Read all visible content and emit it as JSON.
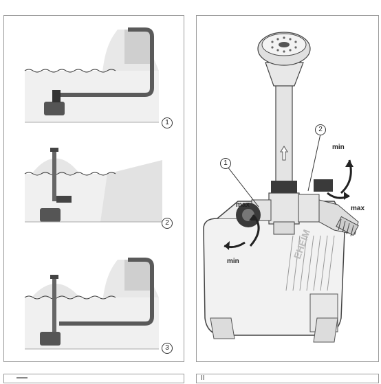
{
  "steps": [
    {
      "number": "1"
    },
    {
      "number": "2"
    },
    {
      "number": "3"
    }
  ],
  "pump_callouts": [
    {
      "number": "1"
    },
    {
      "number": "2"
    }
  ],
  "regulator_labels": {
    "valve1_max": "max",
    "valve1_min": "min",
    "valve2_min": "min",
    "valve2_max": "max"
  },
  "pump_brand": "EHEIM",
  "bottom_strip": {
    "right_mark": "II"
  },
  "colors": {
    "line": "#3a3a3a",
    "hose": "#5a5a5a",
    "water": "#d6d6d6",
    "pump_body": "#f2f2f2",
    "arrow": "#222222"
  }
}
